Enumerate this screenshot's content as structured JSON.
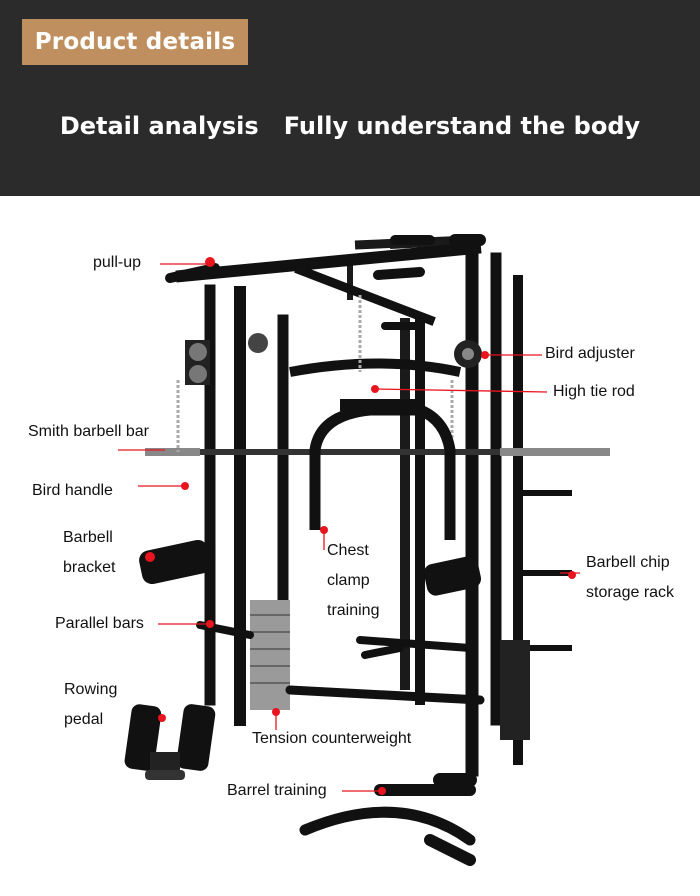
{
  "header": {
    "badge": "Product details",
    "headline": "Detail analysis   Fully understand the body"
  },
  "callouts": {
    "pull_up": "pull-up",
    "bird_adjuster": "Bird adjuster",
    "high_tie_rod": "High tie rod",
    "smith_barbell_bar": "Smith barbell bar",
    "bird_handle": "Bird handle",
    "barbell_bracket": [
      "Barbell",
      "bracket"
    ],
    "chest_clamp_training": [
      "Chest",
      "clamp",
      "training"
    ],
    "barbell_chip_storage_rack": [
      "Barbell chip",
      "storage rack"
    ],
    "parallel_bars": "Parallel bars",
    "rowing_pedal": [
      "Rowing",
      "pedal"
    ],
    "tension_counterweight": "Tension counterweight",
    "barrel_training": "Barrel training"
  },
  "colors": {
    "header_bg": "#2b2b2b",
    "badge_bg": "#c08f5f",
    "callout_line": "#e8141e",
    "frame": "#111111"
  }
}
